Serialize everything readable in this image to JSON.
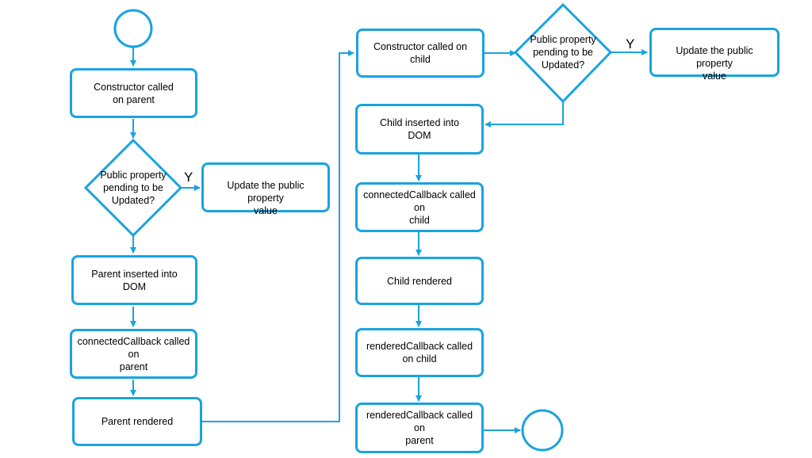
{
  "parent_flow": {
    "constructor": "Constructor called\non parent",
    "decision": "Public property\npending to be\nUpdated?",
    "decision_yes": "Y",
    "update": "Update the public property\nvalue",
    "inserted": "Parent inserted into\nDOM",
    "connected": "connectedCallback called on\nparent",
    "rendered": "Parent rendered"
  },
  "child_flow": {
    "constructor": "Constructor called on child",
    "decision": "Public property\npending to be\nUpdated?",
    "decision_yes": "Y",
    "update": "Update the public property\nvalue",
    "inserted": "Child inserted into\nDOM",
    "connected": "connectedCallback called on\nchild",
    "rendered": "Child rendered",
    "rendered_callback": "renderedCallback called\non child",
    "parent_rendered_callback": "renderedCallback called on\nparent"
  },
  "colors": {
    "stroke": "#1aa3e0",
    "text": "#000000",
    "background": "#ffffff"
  }
}
